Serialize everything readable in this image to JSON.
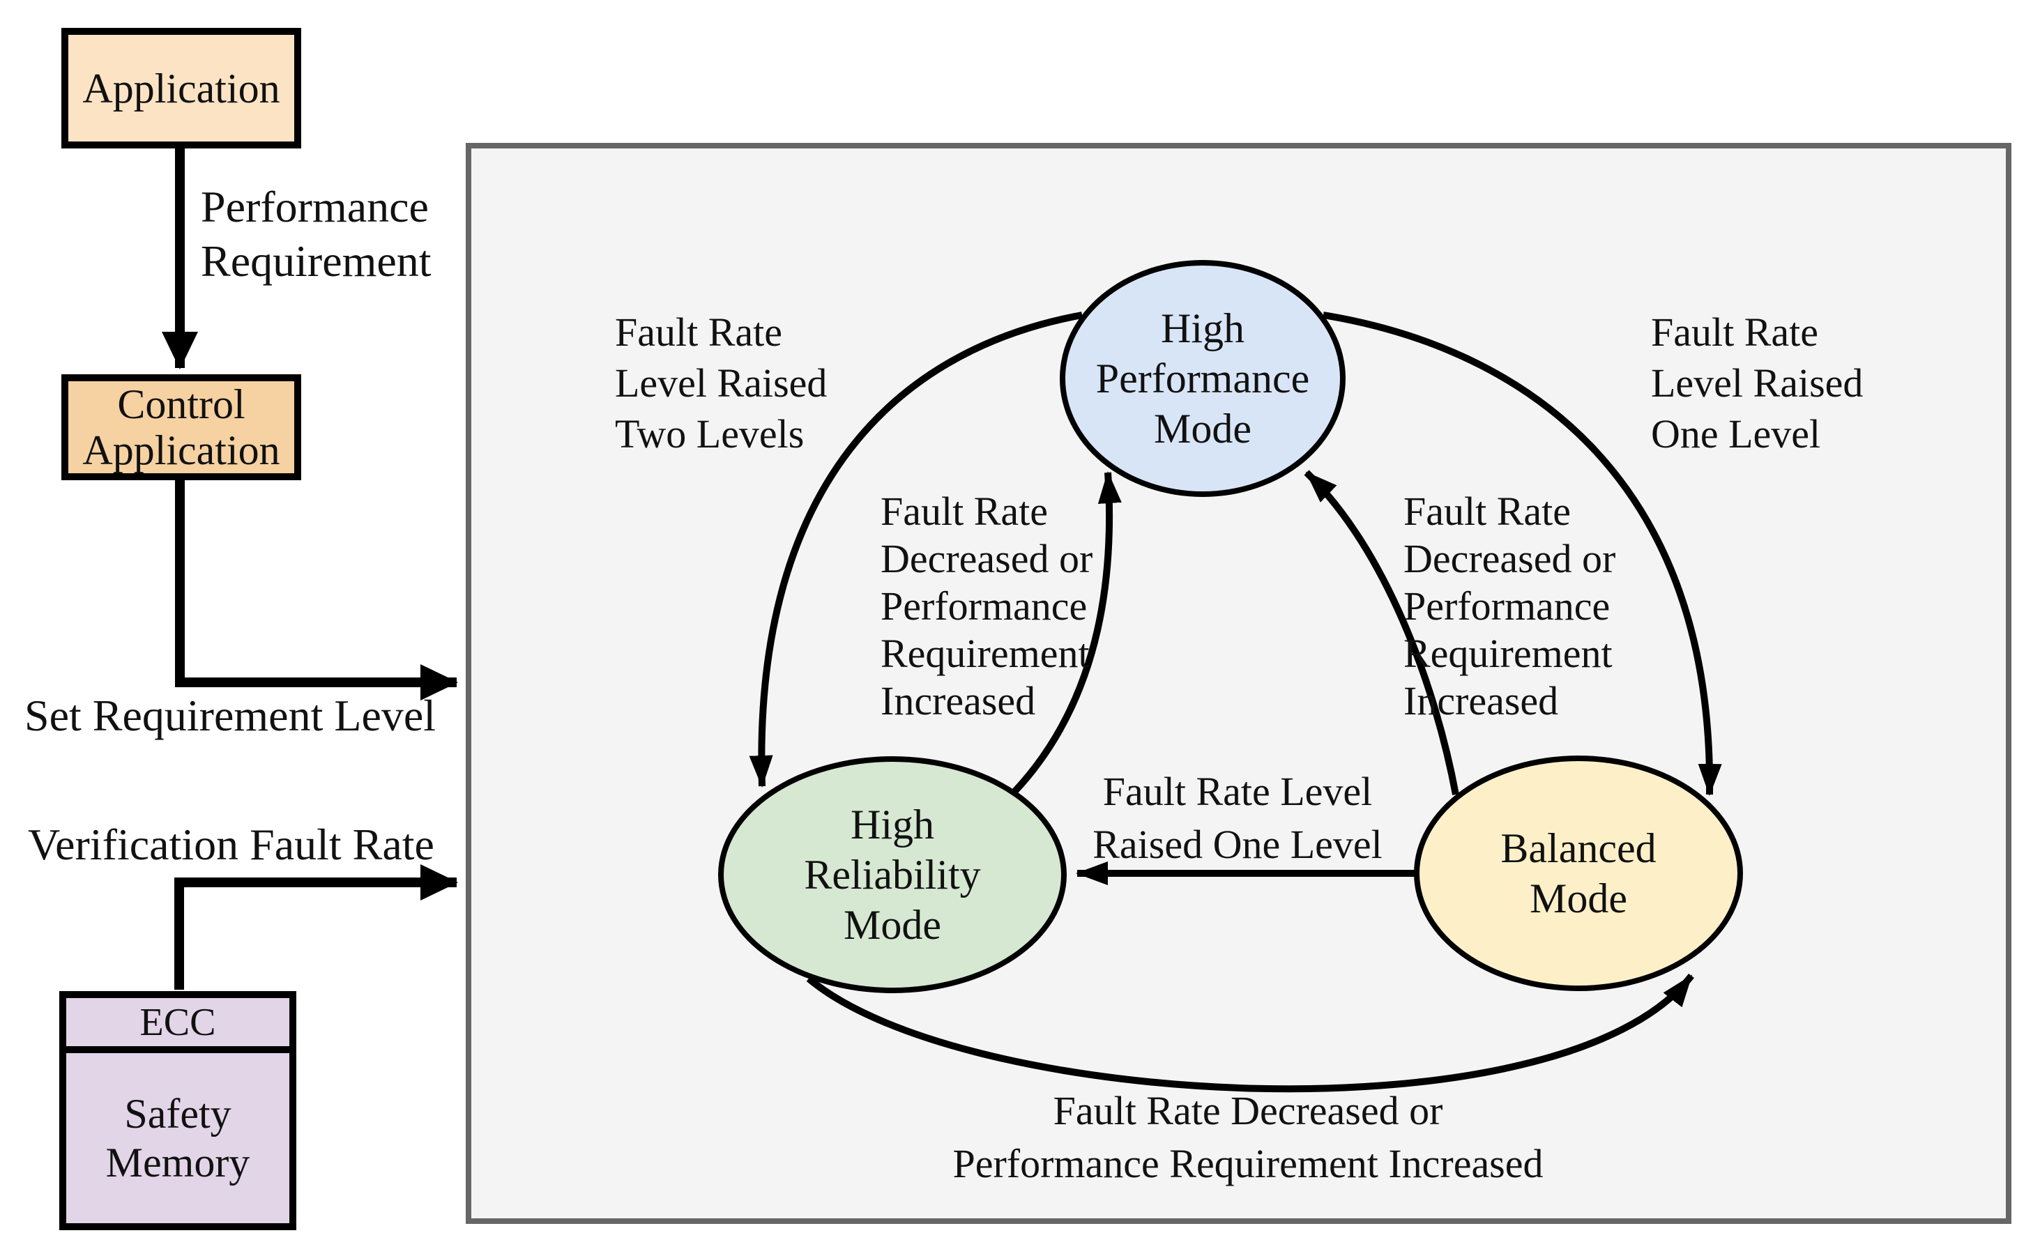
{
  "colors": {
    "page_bg": "#ffffff",
    "frame_bg": "#f4f4f4",
    "frame_border": "#666666",
    "edge": "#000000",
    "application_fill": "#fbe3c4",
    "control_application_fill": "#f6d1a1",
    "memory_fill": "#e2d5e7",
    "high_performance_fill": "#d8e5f7",
    "high_reliability_fill": "#d6e7d2",
    "balanced_fill": "#fdf0c8"
  },
  "external": {
    "application": "Application",
    "control_application": [
      "Control",
      "Application"
    ],
    "memory": {
      "top": "ECC",
      "bottom": [
        "Safety",
        "Memory"
      ]
    }
  },
  "connector_labels": {
    "performance_requirement": [
      "Performance",
      "Requirement"
    ],
    "set_requirement_level": "Set Requirement Level",
    "verification_fault_rate": "Verification Fault Rate"
  },
  "states": {
    "high_performance": {
      "lines": [
        "High",
        "Performance",
        "Mode"
      ]
    },
    "high_reliability": {
      "lines": [
        "High",
        "Reliability",
        "Mode"
      ]
    },
    "balanced": {
      "lines": [
        "Balanced",
        "Mode"
      ]
    }
  },
  "transition_labels": {
    "raised_two_levels": [
      "Fault Rate",
      "Level Raised",
      "Two Levels"
    ],
    "raised_one_level": [
      "Fault Rate",
      "Level Raised",
      "One Level"
    ],
    "decreased_or_increased_left": [
      "Fault Rate",
      "Decreased or",
      "Performance",
      "Requirement",
      "Increased"
    ],
    "decreased_or_increased_right": [
      "Fault Rate",
      "Decreased or",
      "Performance",
      "Requirement",
      "Increased"
    ],
    "raised_one_level_mid": [
      "Fault Rate Level",
      "Raised One Level"
    ],
    "decreased_or_increased_bottom": [
      "Fault Rate Decreased or",
      "Performance Requirement Increased"
    ]
  }
}
